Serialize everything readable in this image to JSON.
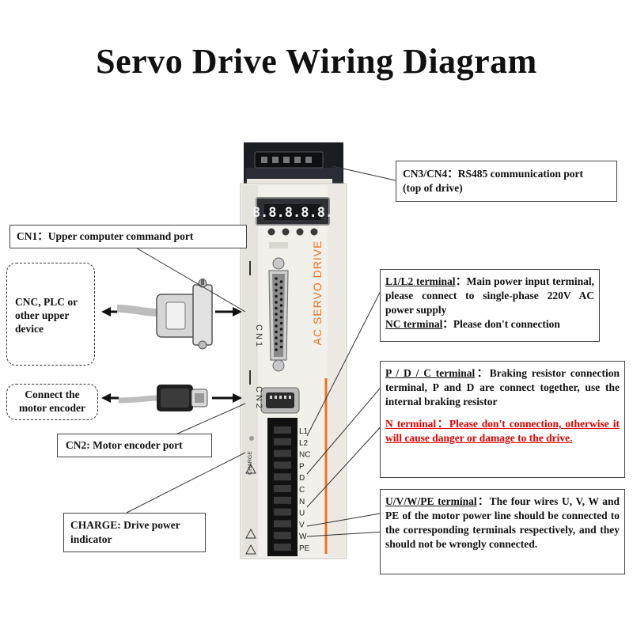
{
  "title": "Servo Drive Wiring Diagram",
  "device": {
    "front_label": "AC SERVO  DRIVE",
    "display_value": "8.8.8.8.8.",
    "cn1_label": "CN1",
    "cn2_label": "CN2",
    "charge_label": "CHARGE",
    "terminals": [
      "L1",
      "L2",
      "NC",
      "P",
      "D",
      "C",
      "N",
      "U",
      "V",
      "W",
      "PE"
    ],
    "accent_color": "#f07020"
  },
  "callouts": {
    "cn3cn4": {
      "line1": "CN3/CN4：RS485 communication port",
      "line2": "(top of drive)"
    },
    "cn1": {
      "text": "CN1：Upper computer command port"
    },
    "l1l2": {
      "heading": "L1/L2 terminal",
      "body": "：Main power input terminal, please connect to single-phase 220V AC power supply",
      "nc_heading": "NC terminal",
      "nc_body": "：Please don't connection"
    },
    "pdc": {
      "heading": "P / D / C  terminal",
      "body": "：Braking resistor connection terminal, P and D are connect together, use the internal braking resistor",
      "n_heading": "N  terminal",
      "n_body": "：Please don't connection, otherwise it will cause danger or damage to the drive."
    },
    "uvw": {
      "heading": "U/V/W/PE terminal",
      "body": "：The four wires U, V, W and PE of the motor power line should be connected to the corresponding terminals respectively, and they should not be wrongly connected."
    },
    "cn2": {
      "text": "CN2: Motor encoder port"
    },
    "charge": {
      "text": "CHARGE: Drive power indicator"
    }
  },
  "devices": {
    "upper": "CNC, PLC or other upper device",
    "encoder": "Connect the motor encoder"
  }
}
